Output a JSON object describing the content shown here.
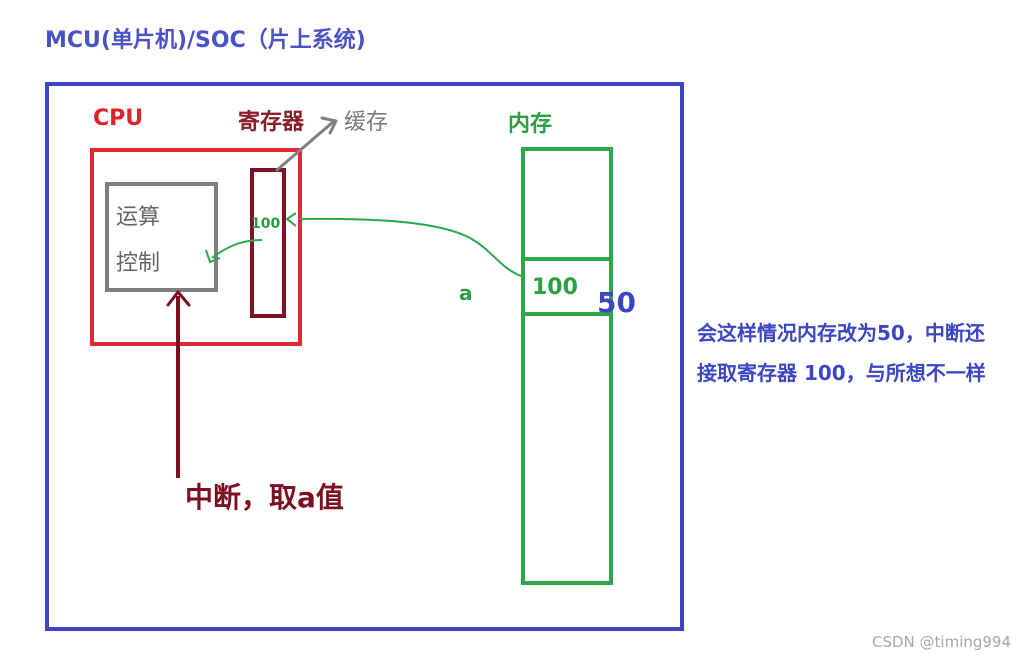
{
  "title": "MCU(单片机)/SOC（片上系统)",
  "cpu": {
    "label": "CPU",
    "alu_line1": "运算",
    "alu_line2": "控制"
  },
  "register": {
    "label": "寄存器",
    "value": "100"
  },
  "cache": {
    "label": "缓存"
  },
  "memory": {
    "label": "内存",
    "cell_value": "100",
    "variable": "a",
    "new_value": "50"
  },
  "interrupt": {
    "label": "中断，取a值"
  },
  "note": {
    "line1": "会这样情况内存改为50，中断还",
    "line2": "接取寄存器 100，与所想不一样"
  },
  "watermark": "CSDN @timing994",
  "colors": {
    "blue": "#3c46c4",
    "red": "#e02a35",
    "dark_red": "#7d1020",
    "green": "#2aa84a",
    "gray": "#7f7f7f"
  }
}
